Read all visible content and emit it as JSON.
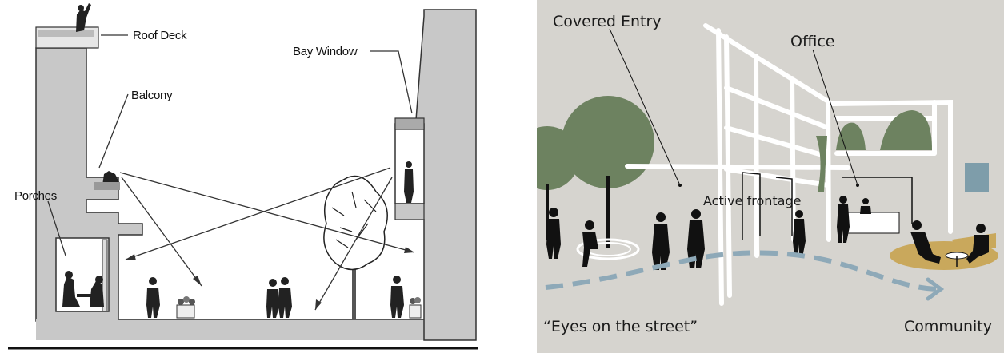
{
  "left_panel": {
    "labels": {
      "roof_deck": "Roof Deck",
      "bay_window": "Bay Window",
      "balcony": "Balcony",
      "porches": "Porches"
    }
  },
  "right_panel": {
    "labels": {
      "covered_entry": "Covered Entry",
      "office": "Office",
      "active_frontage": "Active frontage",
      "eyes_on_street": "“Eyes on the street”",
      "community": "Community"
    },
    "colors": {
      "background": "#d6d4cf",
      "tree_green": "#6d8260",
      "path_blue": "#8ea9b8",
      "accent_blue": "#7e9daa",
      "bench_gold": "#c9a85c"
    }
  }
}
